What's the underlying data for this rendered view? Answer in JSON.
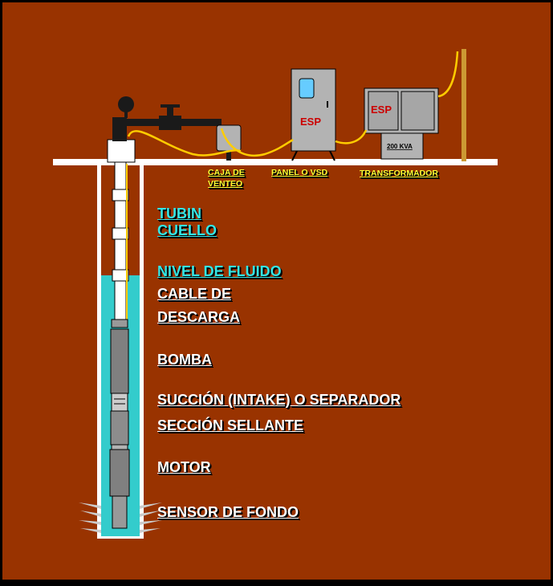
{
  "colors": {
    "background": "#993300",
    "fluid": "#33cccc",
    "cable": "#ffcc00",
    "label_cyan": "#33e6e6",
    "label_white": "#ffffff",
    "label_yellow": "#ffff33",
    "equipment": "#b3b3b3",
    "logo_red": "#cc0000"
  },
  "labels": {
    "caja_l1": "CAJA DE",
    "caja_l2": "VENTEO",
    "panel": "PANEL O VSD",
    "transformador": "TRANSFORMADOR",
    "tubin": "TUBIN",
    "cuello": "CUELLO",
    "nivel": "NIVEL DE FLUIDO",
    "cable_l1": "CABLE DE",
    "cable_l2": "DESCARGA",
    "bomba": "BOMBA",
    "succion": "SUCCIÓN (INTAKE) O SEPARADOR",
    "seccion": "SECCIÓN SELLANTE",
    "motor": "MOTOR",
    "sensor": "SENSOR DE FONDO"
  },
  "equipment": {
    "panel_logo": "ESP",
    "transformer_logo": "ESP",
    "transformer_rating": "200 KVA"
  }
}
